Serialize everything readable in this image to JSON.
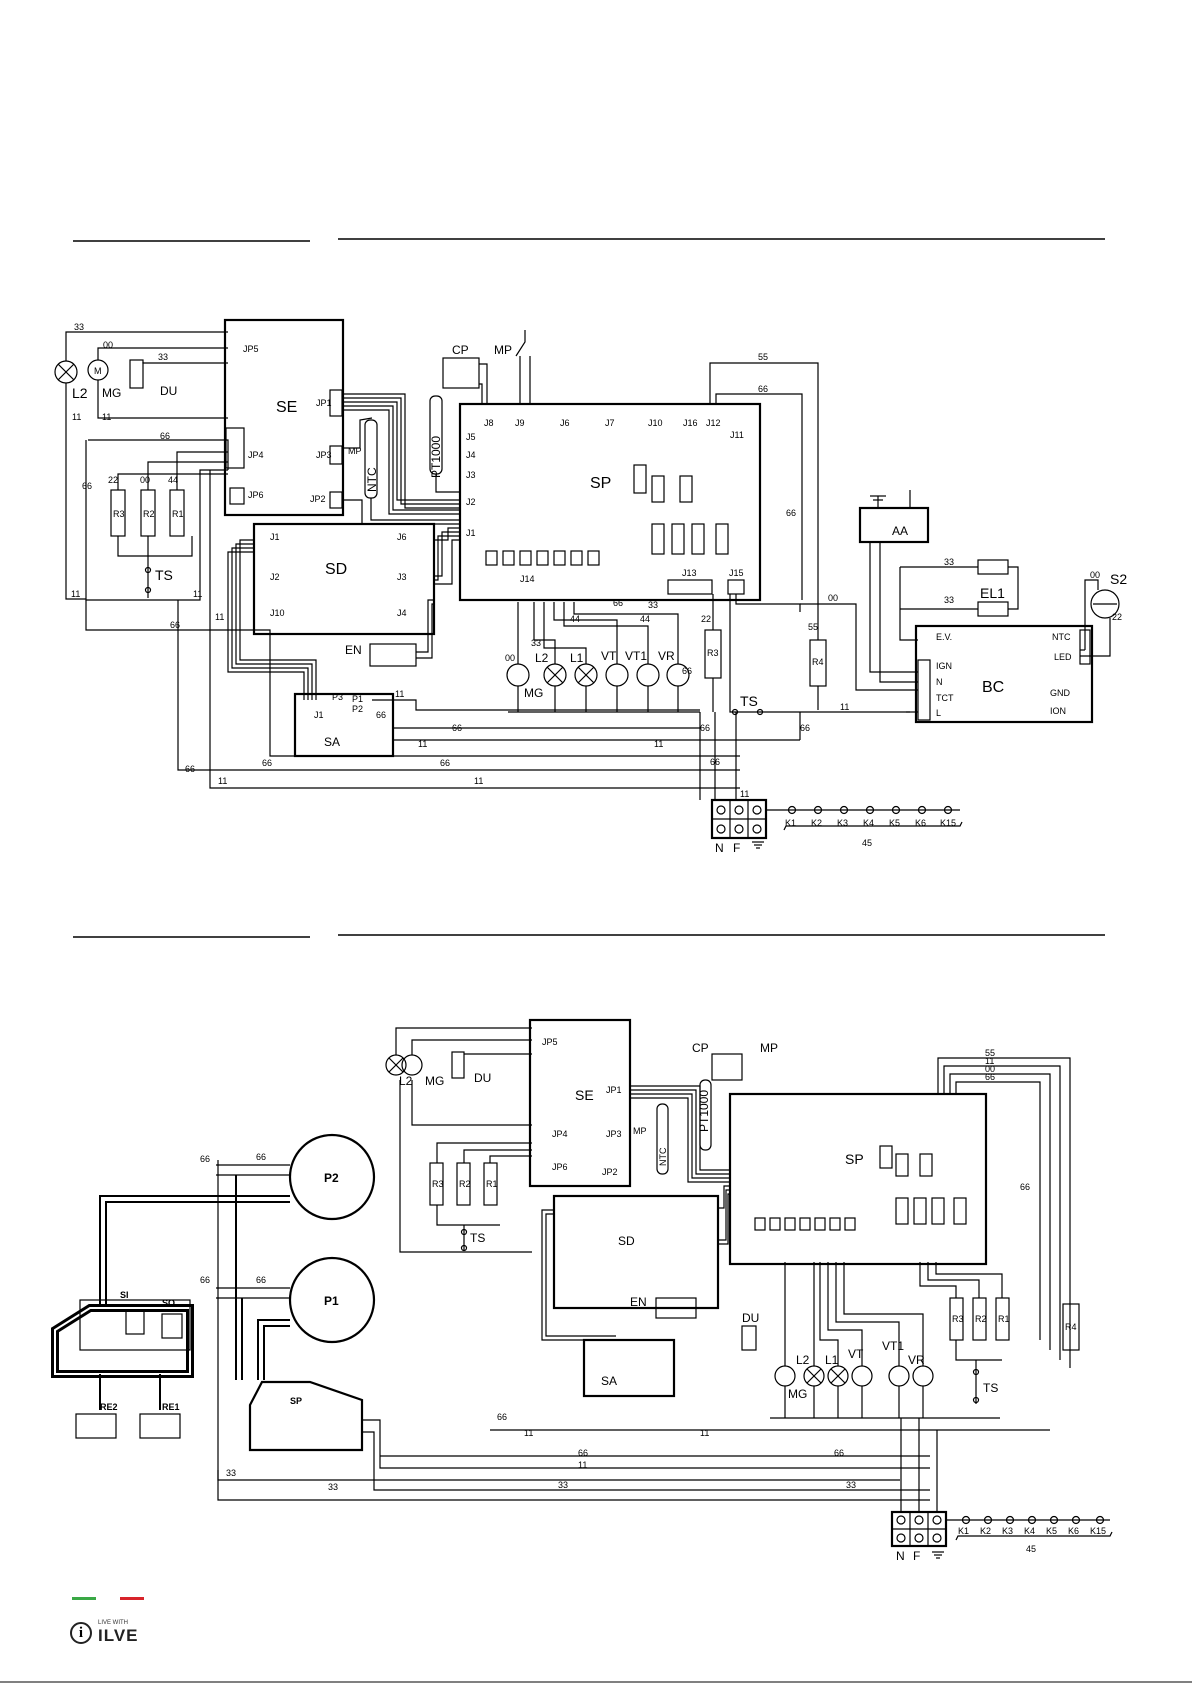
{
  "diagram_top": {
    "left_labels": {
      "L2": "L2",
      "MG": "MG",
      "DU": "DU",
      "TS": "TS",
      "R3": "R3",
      "R2": "R2",
      "R1": "R1"
    },
    "boards": {
      "SE": "SE",
      "SD": "SD",
      "SP": "SP",
      "SA": "SA",
      "BC": "BC",
      "AA": "AA",
      "EL1": "EL1",
      "S2": "S2",
      "EN": "EN",
      "CP": "CP",
      "MP": "MP",
      "PT1000": "PT1000",
      "NTC": "NTC",
      "R4": "R4"
    },
    "connectors": {
      "JP5": "JP5",
      "JP1": "JP1",
      "JP3": "JP3",
      "JP4": "JP4",
      "JP6": "JP6",
      "JP2": "JP2",
      "J1": "J1",
      "J2": "J2",
      "J3": "J3",
      "J4": "J4",
      "J5": "J5",
      "J6": "J6",
      "J7": "J7",
      "J8": "J8",
      "J9": "J9",
      "J10": "J10",
      "J11": "J11",
      "J12": "J12",
      "J13": "J13",
      "J14": "J14",
      "J15": "J15",
      "J16": "J16",
      "P1": "P1",
      "P2": "P2",
      "P3": "P3",
      "EV": "E.V.",
      "IGN": "IGN",
      "N": "N",
      "TCT": "TCT",
      "L": "L",
      "NTCc": "NTC",
      "LED": "LED",
      "GND": "GND",
      "ION": "ION"
    },
    "loads": [
      "MG",
      "L2",
      "L1",
      "VT",
      "VT1",
      "VR"
    ],
    "wire_numbers": {
      "w11": "11",
      "w22": "22",
      "w33": "33",
      "w44": "44",
      "w55": "55",
      "w66": "66",
      "w00": "00",
      "w45": "45"
    },
    "terminals": [
      "N",
      "F"
    ],
    "keys": [
      "K1",
      "K2",
      "K3",
      "K4",
      "K5",
      "K6",
      "K15"
    ]
  },
  "diagram_bottom": {
    "plates": {
      "P2": "P2",
      "P1": "P1",
      "SP2": "SP",
      "SI": "SI",
      "SO": "SO",
      "RE2": "RE2",
      "RE1": "RE1"
    }
  },
  "logo": {
    "tagline": "LIVE WITH",
    "brand": "ILVE",
    "icon": "info-i-icon"
  },
  "colors": {
    "flag_green": "#3aa845",
    "flag_red": "#d8232a"
  }
}
